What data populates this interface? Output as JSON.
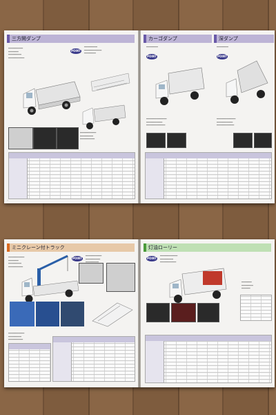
{
  "spread_top": {
    "left_page": {
      "title": "三方開ダンプ"
    },
    "right_page": {
      "title_a": "カーゴダンプ",
      "title_b": "深ダンプ"
    }
  },
  "spread_bottom": {
    "left_page": {
      "title": "ミニクレーン付トラック"
    },
    "right_page": {
      "title": "灯油ローリー"
    }
  },
  "badge_label": "POINT",
  "colors": {
    "band_purple": "#bdb4d6",
    "band_orange": "#e7c9a8",
    "band_green": "#bfe0b4",
    "crane_blue": "#2a5fa8",
    "tank_red": "#c0392b"
  }
}
